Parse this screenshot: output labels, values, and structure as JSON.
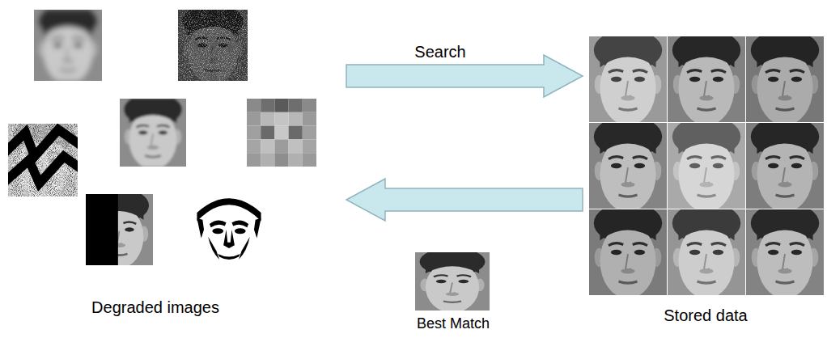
{
  "diagram": {
    "nodes": [
      {
        "text": [
          "Degraded images"
        ]
      },
      {
        "text": [
          "Stored data"
        ]
      },
      {
        "text": [
          "Best Match"
        ]
      }
    ],
    "edges": [
      {
        "from": 0,
        "to": 1,
        "label": "Search",
        "arrow": "to"
      },
      {
        "from": 1,
        "to": 0,
        "arrow": "to"
      }
    ]
  }
}
